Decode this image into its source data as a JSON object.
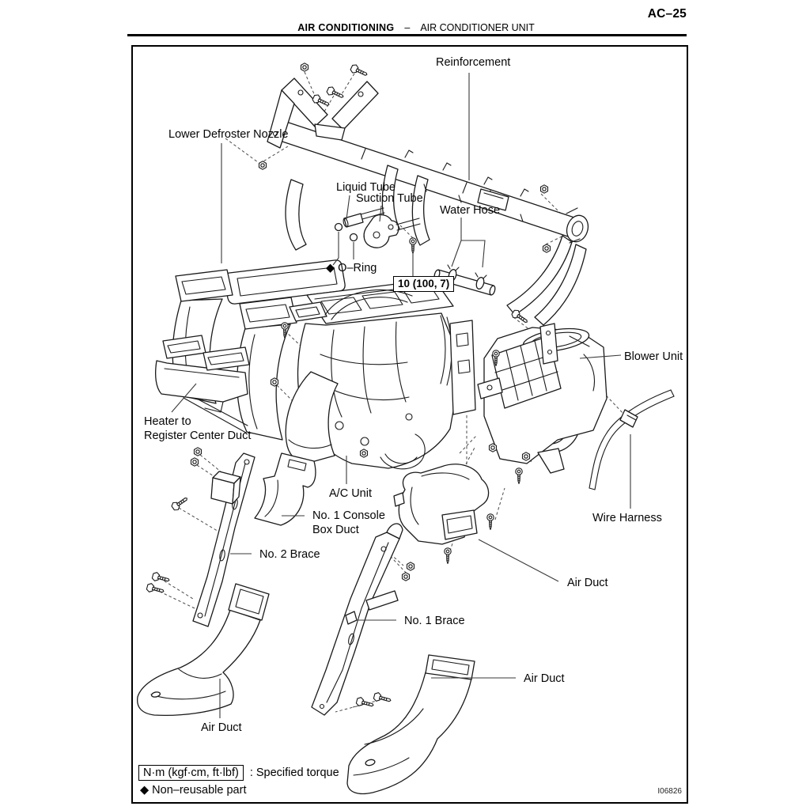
{
  "page": {
    "page_code": "AC–25",
    "section_title": "AIR CONDITIONING",
    "separator": "–",
    "subsection_title": "AIR CONDITIONER UNIT",
    "figure_code": "I06826"
  },
  "labels": {
    "reinforcement": "Reinforcement",
    "lower_defroster_nozzle": "Lower Defroster Nozzle",
    "liquid_tube": "Liquid Tube",
    "suction_tube": "Suction Tube",
    "water_hose": "Water Hose",
    "o_ring": "◆ O–Ring",
    "torque_spec": "10 (100, 7)",
    "blower_unit": "Blower Unit",
    "heater_to_register_center_duct": "Heater to\nRegister Center Duct",
    "ac_unit": "A/C Unit",
    "no1_console_box_duct": "No. 1 Console\nBox Duct",
    "no2_brace": "No. 2 Brace",
    "wire_harness": "Wire Harness",
    "air_duct_mid": "Air Duct",
    "no1_brace": "No. 1 Brace",
    "air_duct_bottom": "Air Duct",
    "air_duct_left": "Air Duct"
  },
  "legend": {
    "torque_unit_box": "N·m (kgf·cm, ft·lbf)",
    "torque_caption": ": Specified torque",
    "non_reusable": "◆ Non–reusable part"
  }
}
